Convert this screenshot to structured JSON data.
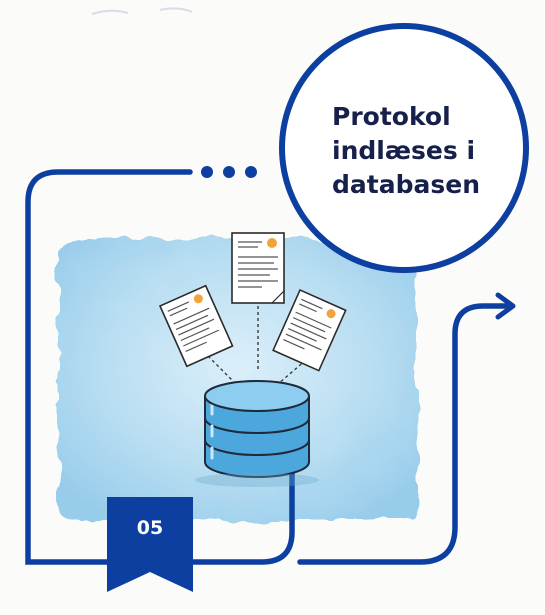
{
  "title": {
    "lines": [
      "Protokol",
      "indlæses i",
      "databasen"
    ]
  },
  "step_number": "05",
  "icons": [
    "database-icon",
    "document-icon",
    "arrow-right-icon",
    "ellipsis-icon",
    "bookmark-ribbon-icon"
  ],
  "colors": {
    "frame": "#0d3fa0",
    "title_text": "#16204a",
    "watercolor": "#a9d6ee",
    "database": "#4ba7dc",
    "database_light": "#cbe8f7",
    "ribbon": "#0d3fa0",
    "background": "#fbfbf9"
  }
}
